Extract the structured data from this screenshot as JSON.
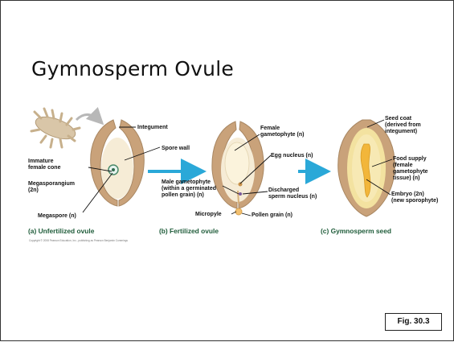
{
  "slide": {
    "title": "Gymnosperm Ovule",
    "figure_ref": "Fig. 30.3",
    "copyright": "Copyright © 2008 Pearson Education, Inc., publishing as Pearson Benjamin Cummings"
  },
  "panels": {
    "a": {
      "caption": "(a) Unfertilized ovule",
      "labels": {
        "integument": "Integument",
        "immature_cone": "Immature\nfemale cone",
        "spore_wall": "Spore wall",
        "megasporangium": "Megasporangium\n(2n)",
        "megaspore": "Megaspore (n)"
      }
    },
    "b": {
      "caption": "(b) Fertilized ovule",
      "labels": {
        "female_gametophyte": "Female\ngametophyte (n)",
        "egg_nucleus": "Egg nucleus (n)",
        "male_gametophyte": "Male gametophyte\n(within a germinated\npollen grain) (n)",
        "discharged_sperm": "Discharged\nsperm nucleus (n)",
        "micropyle": "Micropyle",
        "pollen_grain": "Pollen grain (n)"
      }
    },
    "c": {
      "caption": "(c) Gymnosperm seed",
      "labels": {
        "seed_coat": "Seed coat\n(derived from\nintegument)",
        "food_supply": "Food supply\n(female\ngametophyte\ntissue) (n)",
        "embryo": "Embryo (2n)\n(new sporophyte)"
      }
    }
  },
  "colors": {
    "arrow": "#2aa8d8",
    "caption": "#1f5c3a",
    "integument": "#c9a27a",
    "tissue": "#f6ecd6",
    "food": "#f3e2a0",
    "embryo": "#f2b63a"
  }
}
